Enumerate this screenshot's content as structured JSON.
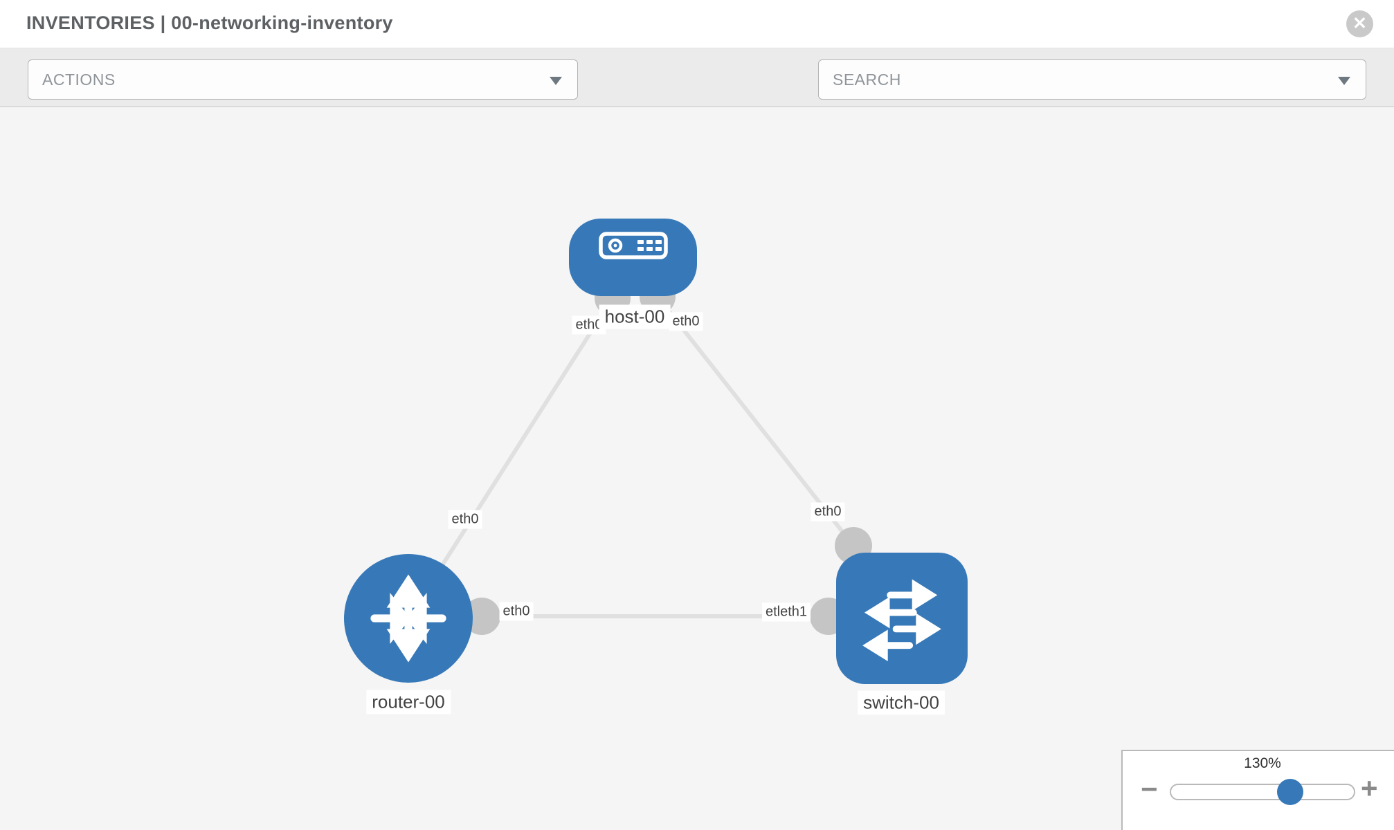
{
  "header": {
    "title": "INVENTORIES | 00-networking-inventory",
    "close_glyph": "✕"
  },
  "toolbar": {
    "actions_label": "ACTIONS",
    "search_label": "SEARCH",
    "icon_names": [
      "wrench-icon",
      "key-icon"
    ]
  },
  "topology": {
    "node_labels": {
      "host": "host-00",
      "router": "router-00",
      "switch": "switch-00"
    },
    "node_types": {
      "host": "host",
      "router": "router",
      "switch": "switch"
    },
    "interface_labels": {
      "host_left": "eth0",
      "host_right": "eth0",
      "router_top": "eth0",
      "switch_top": "eth0",
      "mid_router_end": "eth0",
      "mid_switch_end": "etleth1"
    },
    "links": [
      {
        "from": "host-00",
        "to": "router-00"
      },
      {
        "from": "host-00",
        "to": "switch-00"
      },
      {
        "from": "router-00",
        "to": "switch-00"
      }
    ]
  },
  "zoom_control": {
    "level": "130%",
    "minus_glyph": "−",
    "plus_glyph": "+",
    "slider_percent": 64
  },
  "colors": {
    "node_blue": "#3779b8",
    "connector_gray": "#c5c5c5",
    "link_gray": "#e0e0e0",
    "toolbar_gray": "#ebebeb",
    "canvas_gray": "#f5f5f5",
    "slider_handle_blue": "#3779b8"
  }
}
